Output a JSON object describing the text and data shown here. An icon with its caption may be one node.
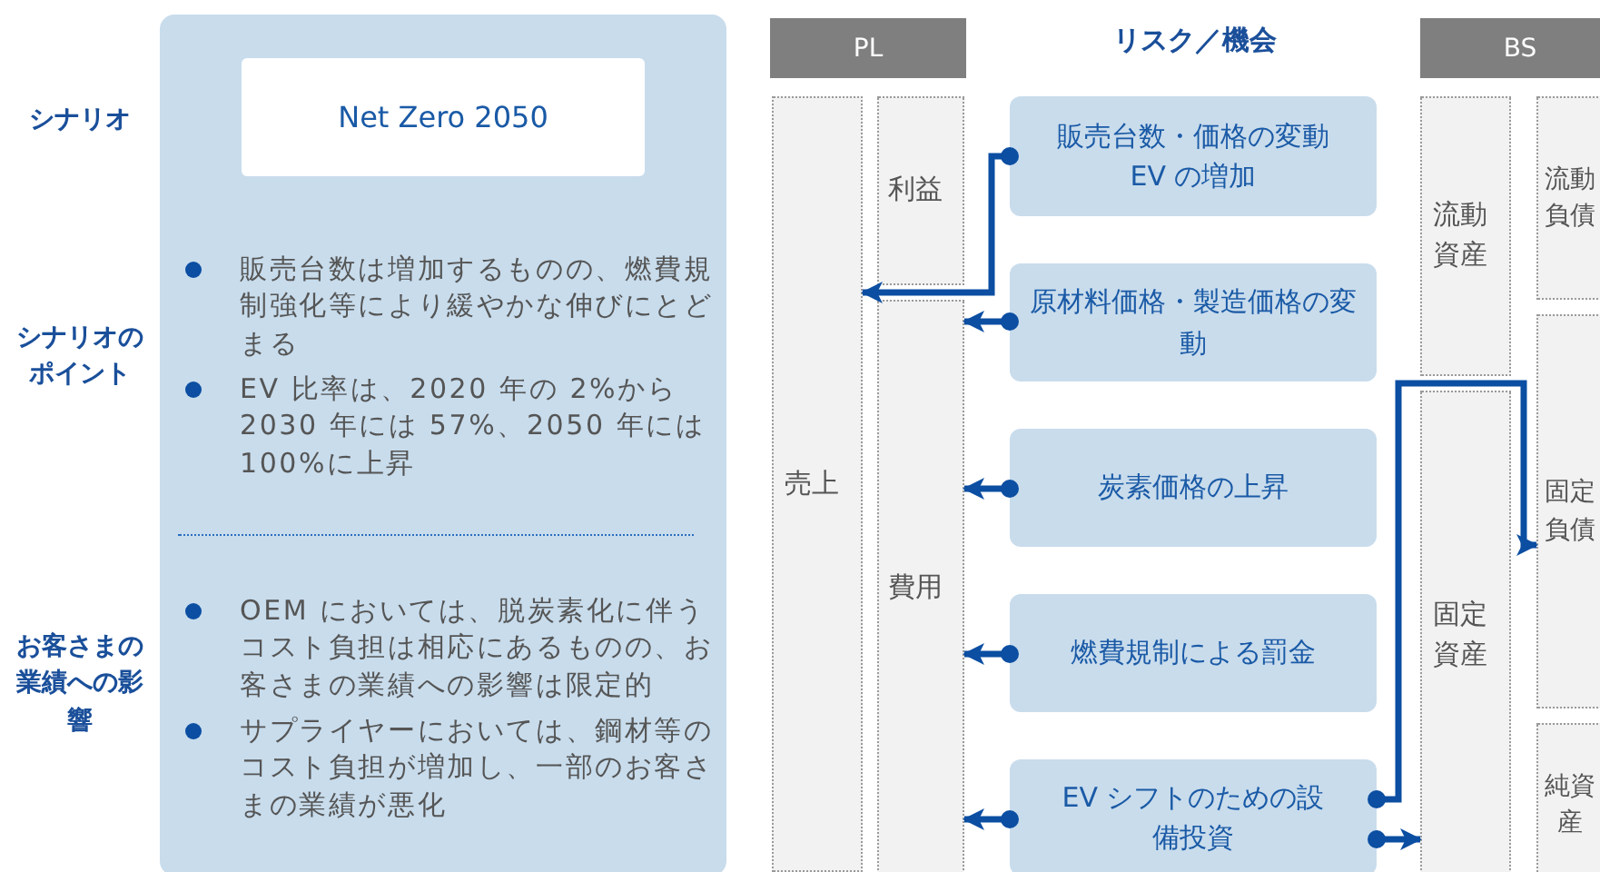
{
  "diagram": {
    "nodes": [
      {
        "text": [
          "販売台数は増加するものの、燃費規制強化等により緩やかな伸びにとどまる",
          "EV 比率は、2020 年の 2%から2030 年には 57%、2050 年には100%に上昇",
          "OEM においては、脱炭素化に伴うコスト負担は相応にあるものの、お客さまの業績への影響は限定的",
          "サプライヤーにおいては、鋼材等のコスト負担が増加し、一部のお客さまの業績が悪化"
        ]
      },
      {
        "text": [
          "Net Zero 2050"
        ],
        "in": 0
      },
      {
        "text": [
          "PL"
        ]
      },
      {
        "text": [
          "BS"
        ]
      },
      {
        "text": [
          "売上"
        ]
      },
      {
        "text": [
          "利益"
        ]
      },
      {
        "text": [
          "費用"
        ]
      },
      {
        "text": [
          "販売台数・価格の変動",
          "EV の増加"
        ]
      },
      {
        "text": [
          "原材料価格・製造価格の変動"
        ]
      },
      {
        "text": [
          "炭素価格の上昇"
        ]
      },
      {
        "text": [
          "燃費規制による罰金"
        ]
      },
      {
        "text": [
          "EV シフトのための設備投資"
        ]
      },
      {
        "text": [
          "流動資産"
        ]
      },
      {
        "text": [
          "流動負債"
        ]
      },
      {
        "text": [
          "固定資産"
        ]
      },
      {
        "text": [
          "固定負債"
        ]
      },
      {
        "text": [
          "純資産"
        ]
      }
    ],
    "edges": [
      {
        "from": 7,
        "to": 4,
        "arrow": "to"
      },
      {
        "from": 8,
        "to": 6,
        "arrow": "to"
      },
      {
        "from": 9,
        "to": 6,
        "arrow": "to"
      },
      {
        "from": 10,
        "to": 6,
        "arrow": "to"
      },
      {
        "from": 11,
        "to": 6,
        "arrow": "to"
      },
      {
        "from": 11,
        "to": 15,
        "arrow": "to"
      },
      {
        "from": 11,
        "to": 14,
        "arrow": "to"
      }
    ],
    "labels": [
      "シナリオ",
      "リスク／機会",
      "シナリオのポイント",
      "お客さまの業績への影響"
    ]
  }
}
